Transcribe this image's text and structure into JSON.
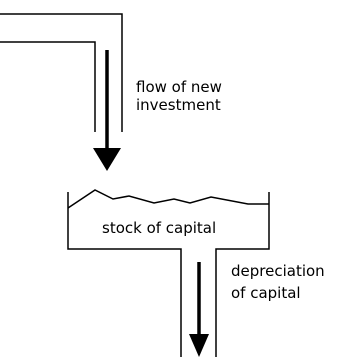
{
  "labels": {
    "flow_line1": "flow of new",
    "flow_line2": "investment",
    "stock": "stock of capital",
    "depreciation_line1": "depreciation",
    "depreciation_line2": "of capital"
  },
  "colors": {
    "stroke": "#000000",
    "background": "#ffffff"
  }
}
